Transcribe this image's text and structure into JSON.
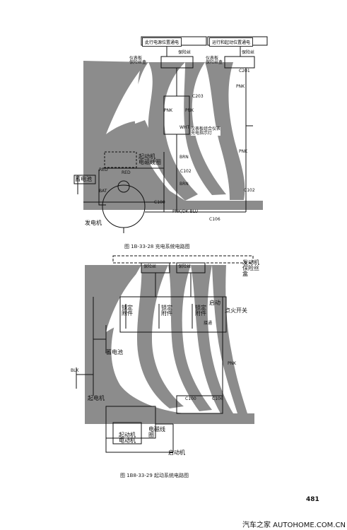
{
  "diagram1": {
    "top_boxes": [
      "此行电源位置通电",
      "运行和起动位置通电"
    ],
    "labels": {
      "fuse_box": "仪表板\n保险丝盒",
      "fuse_box2": "仪表板\n保险丝盒",
      "fuse_l": "保险丝",
      "fuse_r": "保险丝",
      "c201": "C201",
      "c203": "C203",
      "pnk1": "PNK",
      "pnk2": "PNK",
      "pnk3": "PNK",
      "pnk4": "PNK",
      "wht": "WHT",
      "cluster": "仪表板组合仪表\n充电指示灯",
      "starter_sol": "起动机\n电磁线圈",
      "red1": "RED",
      "red2": "RED",
      "battery": "蓄电池",
      "bat": "BAT",
      "brn1": "BRN",
      "brn2": "BRN",
      "c102": "C102",
      "c102b": "C102",
      "c106": "C106",
      "c100": "C100",
      "bottom_wire": "PNK/DK BLU",
      "alternator": "发电机"
    },
    "caption": "图 1B-33-28  充电系统电路图"
  },
  "diagram2": {
    "labels": {
      "engine_fuse": "发动机\n保险丝\n盒",
      "fuse_top": "保险丝",
      "fuse_top2": "保险丝",
      "lock1": "锁定\n附件",
      "lock2": "锁定\n附件",
      "lock3": "锁定\n附件",
      "start": "启动",
      "ign_switch": "点火开关",
      "ring": "接通",
      "battery": "蓄电池",
      "blk": "BLK",
      "starter": "起电机",
      "starter_motor": "起动机\n电动机",
      "solenoid": "电磁线\n圈",
      "starter_lbl": "启动机",
      "pnk": "PNK",
      "c100": "C100",
      "c106": "C106"
    },
    "caption": "图 1B8-33-29  起动系统电路图"
  },
  "page_number": "481",
  "footer": "汽车之家  AUTOHOME.COM.CN"
}
